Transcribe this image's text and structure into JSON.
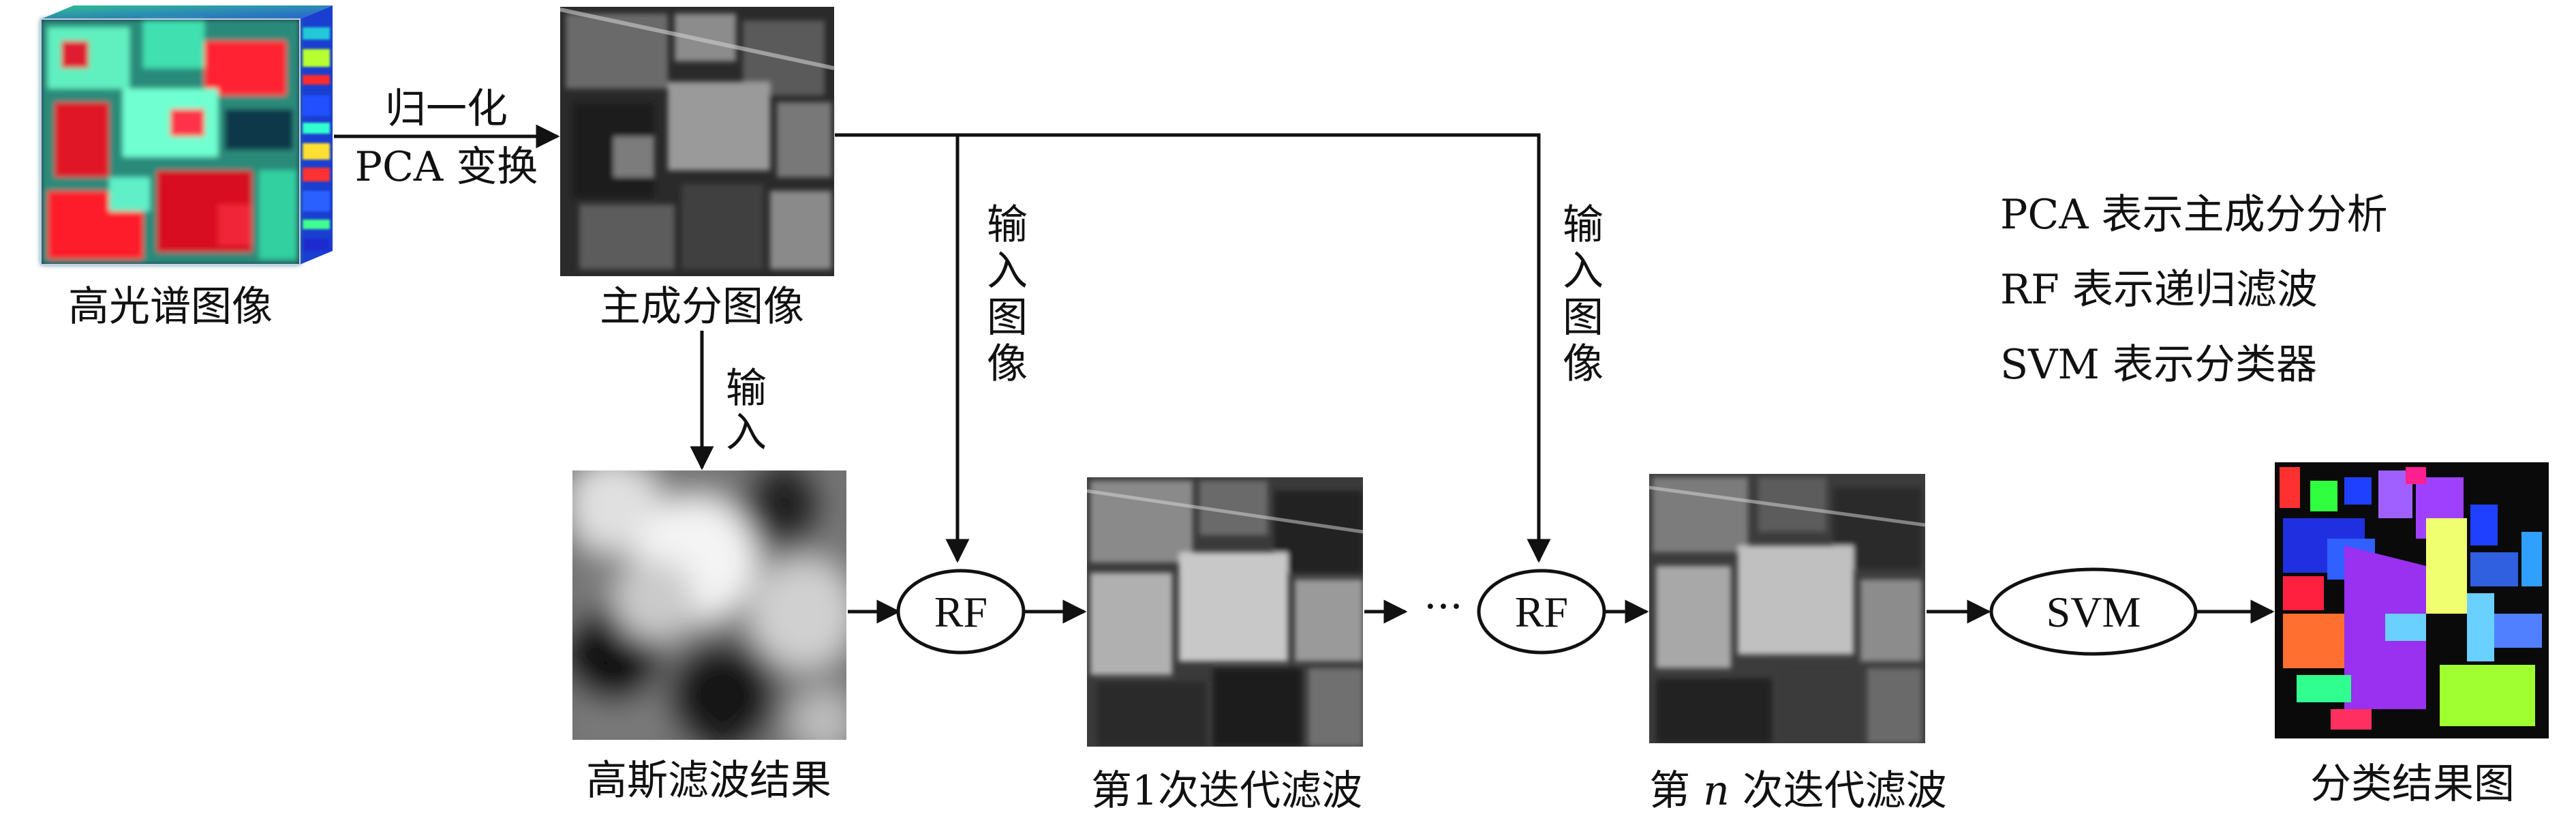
{
  "images": {
    "hyperspectral": "高光谱图像",
    "principal": "主成分图像",
    "gaussian": "高斯滤波结果",
    "iter1": "第1次迭代滤波",
    "iter_n_prefix": "第 ",
    "iter_n_var": "n",
    "iter_n_suffix": " 次迭代滤波",
    "classification": "分类结果图"
  },
  "edges": {
    "normalize": "归一化",
    "pca": "PCA 变换",
    "input_short": [
      "输",
      "入"
    ],
    "input_image": [
      "输",
      "入",
      "图",
      "像"
    ],
    "ellipsis": "···"
  },
  "nodes": {
    "rf1": "RF",
    "rf2": "RF",
    "svm": "SVM"
  },
  "legend": [
    "PCA 表示主成分分析",
    "RF 表示递归滤波",
    "SVM 表示分类器"
  ]
}
